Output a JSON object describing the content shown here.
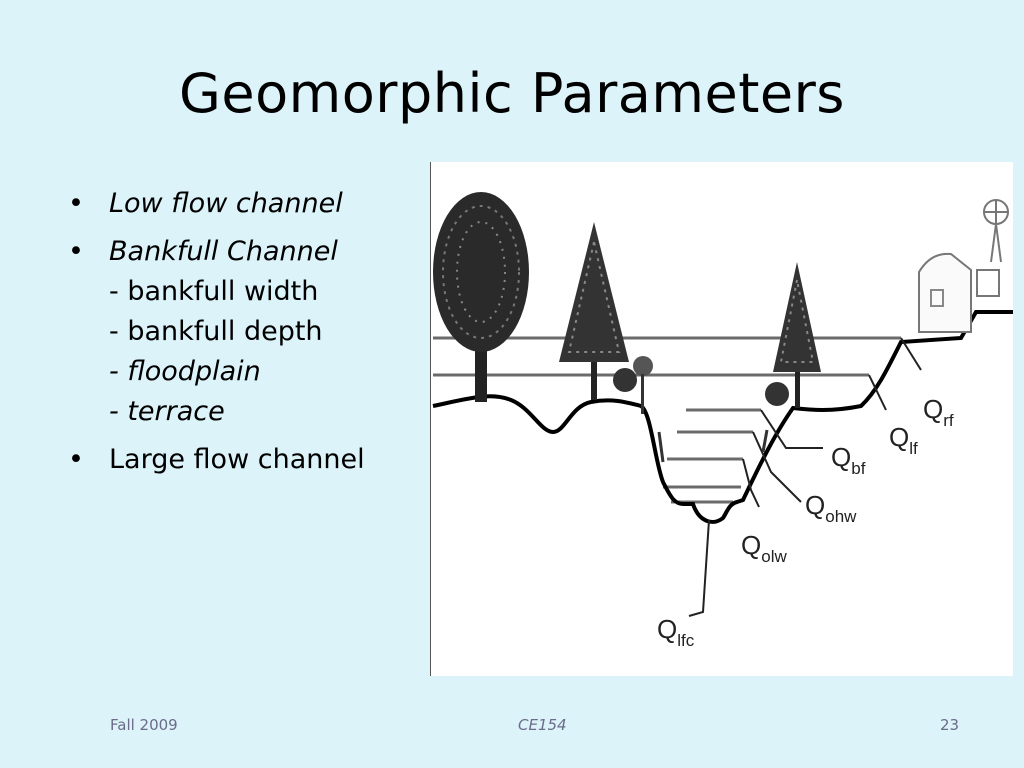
{
  "slide": {
    "title": "Geomorphic Parameters",
    "bullets": [
      {
        "marker": "•",
        "label": "Low flow channel",
        "italic": true
      },
      {
        "marker": "•",
        "label": "Bankfull Channel",
        "italic": true,
        "sub_items": [
          {
            "text": "- bankfull width",
            "italic": false
          },
          {
            "text": "- bankfull depth",
            "italic": false
          },
          {
            "text": "- floodplain",
            "italic": true
          },
          {
            "text": "- terrace",
            "italic": true
          }
        ]
      },
      {
        "marker": "•",
        "label": "Large flow channel",
        "italic": false
      }
    ],
    "footer": {
      "left": "Fall 2009",
      "center": "CE154",
      "right": "23"
    }
  },
  "diagram": {
    "labels": [
      {
        "main": "Q",
        "sub": "rf"
      },
      {
        "main": "Q",
        "sub": "lf"
      },
      {
        "main": "Q",
        "sub": "bf"
      },
      {
        "main": "Q",
        "sub": "ohw"
      },
      {
        "main": "Q",
        "sub": "olw"
      },
      {
        "main": "Q",
        "sub": "lfc"
      }
    ],
    "icons": [
      "deciduous-tree-icon",
      "conifer-tree-icon",
      "shrub-icon",
      "barn-icon",
      "windmill-icon"
    ]
  }
}
